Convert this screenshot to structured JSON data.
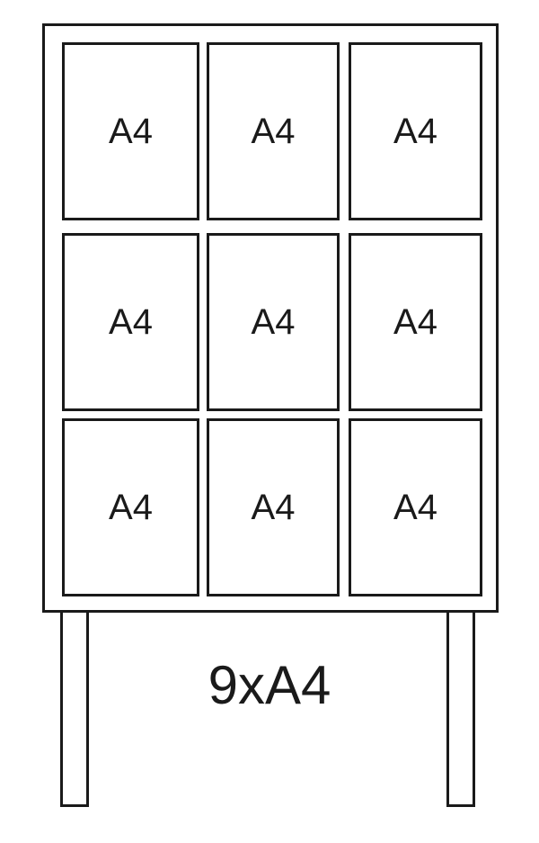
{
  "board": {
    "slots": [
      {
        "label": "A4"
      },
      {
        "label": "A4"
      },
      {
        "label": "A4"
      },
      {
        "label": "A4"
      },
      {
        "label": "A4"
      },
      {
        "label": "A4"
      },
      {
        "label": "A4"
      },
      {
        "label": "A4"
      },
      {
        "label": "A4"
      }
    ]
  },
  "caption": "9xA4",
  "colors": {
    "line": "#1a1a1a",
    "background": "#ffffff"
  }
}
